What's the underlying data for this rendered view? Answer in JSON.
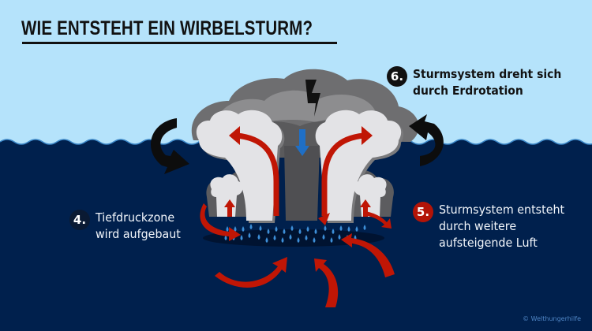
{
  "title": "WIE ENTSTEHT EIN WIRBELSTURM?",
  "steps": [
    {
      "number": "4.",
      "lines": [
        "Tiefdruckzone",
        "wird aufgebaut"
      ],
      "badge_color": "#0a1a33"
    },
    {
      "number": "5.",
      "lines": [
        "Sturmsystem entsteht",
        "durch weitere",
        "aufsteigende Luft"
      ],
      "badge_color": "#b31407"
    },
    {
      "number": "6.",
      "lines": [
        "Sturmsystem dreht sich",
        "durch Erdrotation"
      ],
      "badge_color": "#111111"
    }
  ],
  "copyright": "© Welthungerhilfe",
  "colors": {
    "sky": "#b5e3fb",
    "sea": "#00204d",
    "wave_highlight": "#3b87c8",
    "cloud_light": "#e3e3e6",
    "cloud_dark": "#6e6e70",
    "cloud_mid": "#8d8d8f",
    "air_arrow": "#c01605",
    "downdraft_arrow": "#1f6fc6",
    "rain": "#3d8fd8",
    "rotation_arrow": "#0d0d0d",
    "lightning": "#111111"
  },
  "icons": {
    "lightning": "lightning-bolt-icon",
    "rotation_left": "rotation-arrow-icon",
    "rotation_right": "rotation-arrow-icon",
    "downdraft": "arrow-down-icon",
    "updraft": "arrow-up-icon",
    "rain": "raindrop-icon"
  }
}
